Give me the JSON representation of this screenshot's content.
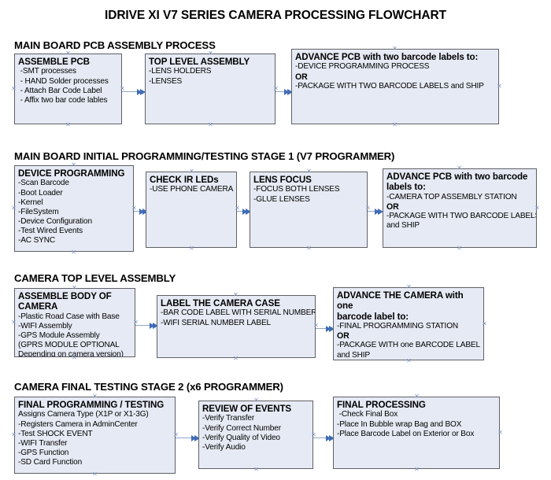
{
  "document": {
    "title": "IDRIVE XI V7 SERIES CAMERA PROCESSING FLOWCHART"
  },
  "theme": {
    "node_fill": "#e6eaf4",
    "node_border": "#5f6066",
    "connector": "#8fa5c8",
    "arrowhead": "#3f6bb5",
    "handle": "#8296c0",
    "text": "#000000",
    "background": "#ffffff"
  },
  "sections": [
    {
      "title": "MAIN BOARD PCB ASSEMBLY PROCESS",
      "nodes": [
        {
          "heading": "ASSEMBLE PCB",
          "lines": [
            {
              "text": " -SMT processes",
              "bold": false
            },
            {
              "text": " - HAND Solder processes",
              "bold": false
            },
            {
              "text": " - Attach Bar Code Label",
              "bold": false
            },
            {
              "text": " - Affix two bar code lables",
              "bold": false
            }
          ]
        },
        {
          "heading": "TOP LEVEL ASSEMBLY",
          "lines": [
            {
              "text": "-LENS HOLDERS",
              "bold": false
            },
            {
              "text": "-LENSES",
              "bold": false
            }
          ]
        },
        {
          "heading": "ADVANCE PCB with two barcode labels to:",
          "lines": [
            {
              "text": "-DEVICE PROGRAMMING PROCESS",
              "bold": false
            },
            {
              "text": "OR",
              "bold": true
            },
            {
              "text": "-PACKAGE WITH TWO BARCODE LABELS and SHIP",
              "bold": false
            }
          ]
        }
      ]
    },
    {
      "title": "MAIN BOARD INITIAL PROGRAMMING/TESTING STAGE 1 (V7 PROGRAMMER)",
      "nodes": [
        {
          "heading": "DEVICE PROGRAMMING",
          "lines": [
            {
              "text": "-Scan Barcode",
              "bold": false
            },
            {
              "text": "-Boot Loader",
              "bold": false
            },
            {
              "text": "-Kernel",
              "bold": false
            },
            {
              "text": "-FileSystem",
              "bold": false
            },
            {
              "text": "-Device Configuration",
              "bold": false
            },
            {
              "text": "-Test Wired Events",
              "bold": false
            },
            {
              "text": "-AC SYNC",
              "bold": false
            }
          ]
        },
        {
          "heading": "CHECK IR LEDs",
          "lines": [
            {
              "text": "-USE PHONE CAMERA",
              "bold": false
            }
          ]
        },
        {
          "heading": "LENS FOCUS",
          "lines": [
            {
              "text": "-FOCUS BOTH LENSES",
              "bold": false
            },
            {
              "text": "-GLUE LENSES",
              "bold": false
            }
          ]
        },
        {
          "heading": "ADVANCE PCB with two barcode\nlabels to:",
          "lines": [
            {
              "text": "-CAMERA TOP ASSEMBLY STATION",
              "bold": false
            },
            {
              "text": "OR",
              "bold": true
            },
            {
              "text": "-PACKAGE WITH TWO BARCODE LABELS",
              "bold": false
            },
            {
              "text": "and SHIP",
              "bold": false
            }
          ]
        }
      ]
    },
    {
      "title": "CAMERA TOP LEVEL ASSEMBLY",
      "nodes": [
        {
          "heading": "ASSEMBLE BODY OF\nCAMERA",
          "lines": [
            {
              "text": "-Plastic Road Case with Base",
              "bold": false
            },
            {
              "text": "-WIFI Assembly",
              "bold": false
            },
            {
              "text": "-GPS Module Assembly",
              "bold": false
            },
            {
              "text": "(GPRS MODULE OPTIONAL",
              "bold": false
            },
            {
              "text": "Depending on camera version)",
              "bold": false
            }
          ]
        },
        {
          "heading": "LABEL THE CAMERA CASE",
          "lines": [
            {
              "text": "-BAR CODE LABEL WITH SERIAL NUMBER",
              "bold": false
            },
            {
              "text": "-WIFI SERIAL NUMBER LABEL",
              "bold": false
            }
          ]
        },
        {
          "heading": "ADVANCE THE CAMERA with one\nbarcode label to:",
          "lines": [
            {
              "text": "-FINAL PROGRAMMING STATION",
              "bold": false
            },
            {
              "text": "OR",
              "bold": true
            },
            {
              "text": "-PACKAGE WITH one BARCODE LABEL",
              "bold": false
            },
            {
              "text": "and SHIP",
              "bold": false
            }
          ]
        }
      ]
    },
    {
      "title": "CAMERA FINAL TESTING STAGE 2 (x6 PROGRAMMER)",
      "nodes": [
        {
          "heading": "FINAL PROGRAMMING / TESTING",
          "lines": [
            {
              "text": "Assigns Camera Type (X1P or X1-3G)",
              "bold": false
            },
            {
              "text": "-Registers Camera in AdminCenter",
              "bold": false
            },
            {
              "text": "-Test SHOCK EVENT",
              "bold": false
            },
            {
              "text": "-WIFI Transfer",
              "bold": false
            },
            {
              "text": "-GPS Function",
              "bold": false
            },
            {
              "text": "-SD Card Function",
              "bold": false
            }
          ]
        },
        {
          "heading": "REVIEW OF EVENTS",
          "lines": [
            {
              "text": "-Verify Transfer",
              "bold": false
            },
            {
              "text": "-Verify Correct Number",
              "bold": false
            },
            {
              "text": "-Verify Quality of Video",
              "bold": false
            },
            {
              "text": "-Verify Audio",
              "bold": false
            }
          ]
        },
        {
          "heading": "FINAL PROCESSING",
          "lines": [
            {
              "text": " -Check Final Box",
              "bold": false
            },
            {
              "text": "-Place In Bubble wrap Bag and BOX",
              "bold": false
            },
            {
              "text": "-Place Barcode Label on Exterior or Box",
              "bold": false
            }
          ]
        }
      ]
    }
  ]
}
